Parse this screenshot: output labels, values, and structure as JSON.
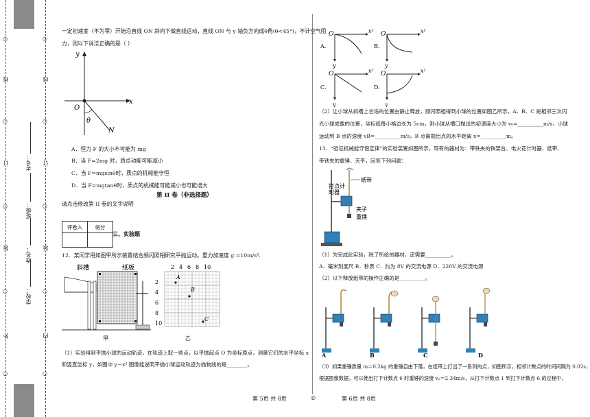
{
  "binding": {
    "outer_labels": [
      "线",
      "订",
      "装",
      "外"
    ],
    "inner_labels": [
      "线",
      "订",
      "装",
      "内"
    ],
    "fields": [
      "考号：",
      "班级：",
      "姓名：",
      "学校："
    ]
  },
  "left": {
    "q11_line1": "一定初速度（不为零）开始沿直线 ON 斜向下做直线运动，直线 ON 与 y 轴负方向成θ角(θ<45°)，不计空气阻",
    "q11_line2": "力，则以下说法正确的是（ ）",
    "fig_y": "y",
    "fig_x": "x",
    "fig_O": "O",
    "fig_theta": "θ",
    "fig_N": "N",
    "optA": "A．恒力 F 的大小不可能为 mg",
    "optB": "B．当 F=2mg 时，质点动能可能减小",
    "optC": "C．当 F=mgsinθ时，质点的机械能守恒",
    "optD": "D．当 F=mgtanθ时，质点的机械能可能减小也可能增大",
    "section_title": "第 II 卷（非选择题）",
    "section_note": "请点击修改第 II 卷的文字说明",
    "score_h1": "评卷人",
    "score_h2": "得分",
    "part3": "三、实验题",
    "q12": "12．某同学用如图甲所示装置结合频闪照相研究平抛运动。重力加速度 g =10m/s².",
    "lbl_chute": "斜槽",
    "lbl_board": "纸板",
    "grid_ticks_x": [
      "2",
      "4",
      "6",
      "8",
      "10"
    ],
    "grid_ticks_y": [
      "2",
      "4",
      "6",
      "8",
      "10"
    ],
    "pt_A": "A",
    "pt_B": "B",
    "pt_C": "C",
    "cap_jia": "甲",
    "cap_yi": "乙",
    "q12_1a": "（1）实验得到平抛小球的运动轨迹，在轨迹上取一些点，以平抛起点 O 为坐标原点，测量它们的水平坐标 x",
    "q12_1b": "和竖直坐标 y，如图中 y－x² 图像能说明平抛小球运动轨迹为抛物线的是________。"
  },
  "right": {
    "graph_labels": [
      "A.",
      "B.",
      "C.",
      "D."
    ],
    "g_O": "O",
    "g_x2": "x²",
    "g_y": "y",
    "q12_2a": "（2）让小球从斜槽上合适的位置由静止释放，频闪照相得到小球的位置如图乙所示，A、B、C 是相邻三次闪",
    "q12_2b": "光小球成像的位置，坐标纸每小格边长为 5cm，则小球从槽口抛出的初速度大小为 v₀=__________m/s，小球",
    "q12_2c": "运动到 B 点的速度 vB=__________m/s，B 点离抛出点的水平距离 x=__________m。",
    "q13a": "13．“验证机械能守恒定律”的实验装置如图所示，现有的器材为：带铁夹的铁架台、电火花计时器、纸带、",
    "q13b": "带铁夹的重锤、天平，回答下列问题：",
    "lbl_tape": "纸带",
    "lbl_timer1": "打点计",
    "lbl_timer2": "时器",
    "lbl_clip": "夹子",
    "lbl_weight": "重锤",
    "q13_1": "（1）为完成此实验，除了所给的器材，还需要__________。",
    "q13_1opts": "A．毫米刻度尺    B．秒表    C．约为 8V 的交流电源    D．220V 的交流电源",
    "q13_2": "（2）以下释放纸带的操作正确的是__________。",
    "setup_labels": [
      "A",
      "B",
      "C",
      "D"
    ],
    "q13_3a": "（3）如果重锤质量 m＝0.2kg 的重锤自由下落，在纸带上打出了一系列的点，如图所示，相邻计数点的时间间隔为 0.02s，",
    "q13_3b": "根据图像数据，可以推出打下计数点 6 时重锤的速度 v₆＝2.34m/s，从打下计数点 1 到打下计数点 6 的过程中，"
  },
  "footer": {
    "left_page": "第 5页  共 8页",
    "sep": "◎",
    "right_page": "第 6页  共 8页"
  }
}
